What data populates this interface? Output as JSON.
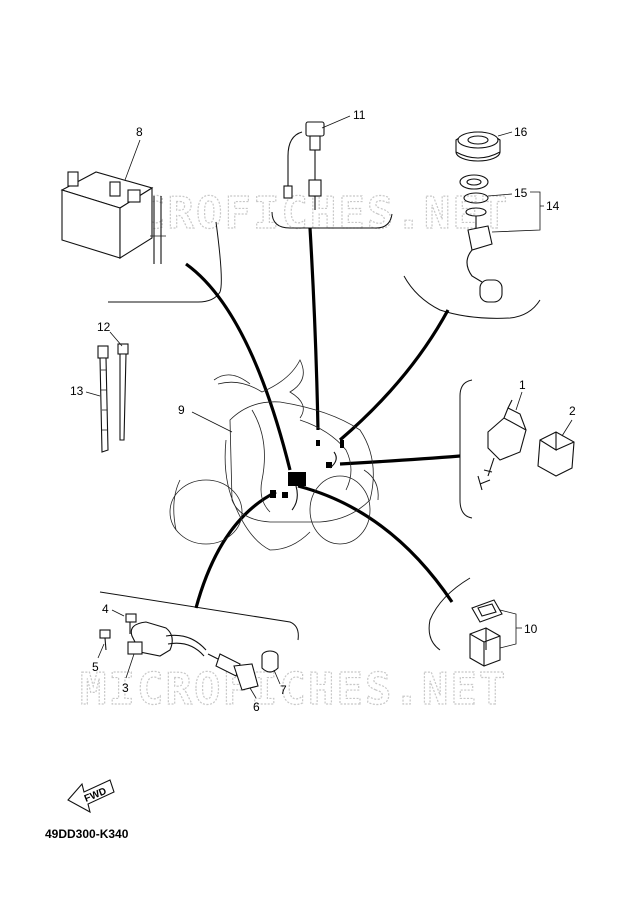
{
  "watermark": "MICROFICHES.NET",
  "diagram_code": "49DD300-K340",
  "fwd_label": "FWD",
  "callouts": {
    "c1": "1",
    "c2": "2",
    "c3": "3",
    "c4": "4",
    "c5": "5",
    "c6": "6",
    "c7": "7",
    "c8": "8",
    "c9": "9",
    "c10": "10",
    "c11": "11",
    "c12": "12",
    "c13": "13",
    "c14": "14",
    "c15": "15",
    "c16": "16"
  }
}
